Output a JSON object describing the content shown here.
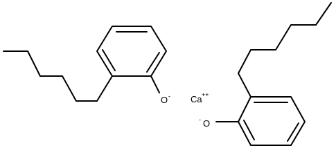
{
  "molecule": {
    "phenolate_1": {
      "oxygen_symbol": "O",
      "oxygen_charge": "-"
    },
    "phenolate_2": {
      "oxygen_symbol": "O",
      "oxygen_charge": "-"
    },
    "cation": {
      "symbol": "Ca",
      "charge": "++"
    }
  }
}
